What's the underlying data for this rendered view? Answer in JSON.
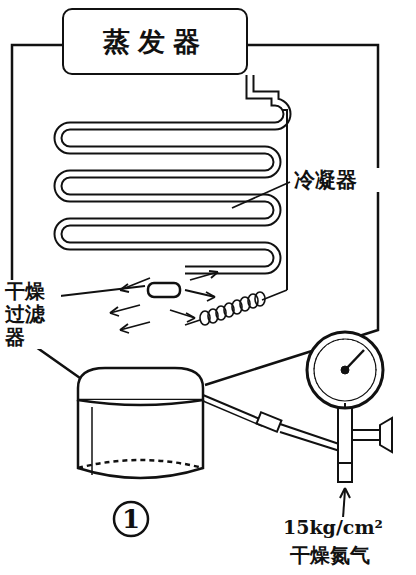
{
  "diagram": {
    "nodes": [
      {
        "text": [
          "蒸发器"
        ]
      },
      {
        "text": [
          "1"
        ]
      }
    ],
    "labels": [
      "冷凝器",
      "干燥 过滤器",
      "15kg/cm²",
      "干燥氮气"
    ]
  }
}
